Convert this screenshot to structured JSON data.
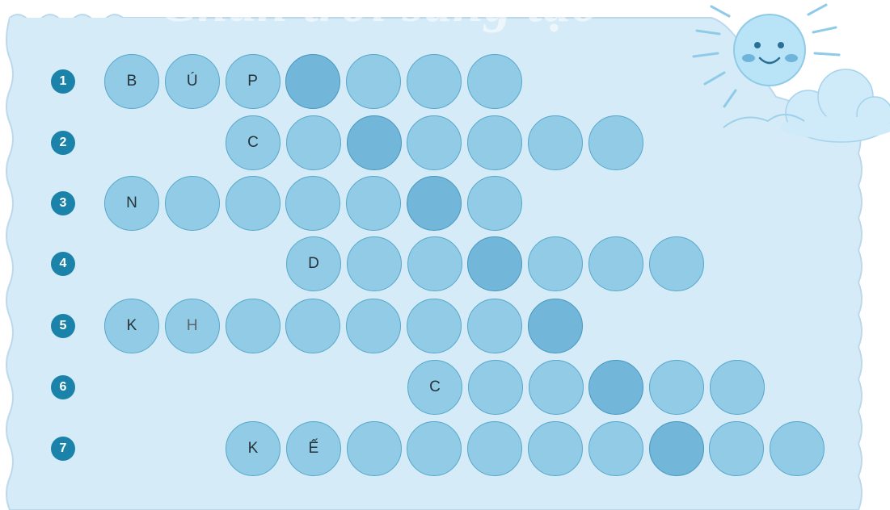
{
  "watermark": "Chân trời sáng tạo",
  "colors": {
    "panel_bg": "#d5ebf8",
    "panel_edge": "#bcd9ec",
    "cell_fill": "#92cbe6",
    "cell_fill_highlight": "#72b6d9",
    "cell_border": "#56a8cc",
    "number_badge": "#1b83a9",
    "sun": "#b9e3f7",
    "cloud": "#cfeaf8"
  },
  "decoration": [
    "sun-icon",
    "cloud-icon"
  ],
  "rows": [
    {
      "number": "1",
      "cells": [
        "B",
        "Ú",
        "P",
        "",
        "",
        "",
        ""
      ],
      "highlight": 3
    },
    {
      "number": "2",
      "cells": [
        "C",
        "",
        "",
        "",
        "",
        "",
        ""
      ],
      "highlight": 2
    },
    {
      "number": "3",
      "cells": [
        "N",
        "",
        "",
        "",
        "",
        "",
        ""
      ],
      "highlight": 5
    },
    {
      "number": "4",
      "cells": [
        "D",
        "",
        "",
        "",
        "",
        "",
        ""
      ],
      "highlight": 3
    },
    {
      "number": "5",
      "cells": [
        "K",
        "H",
        "",
        "",
        "",
        "",
        "",
        ""
      ],
      "highlight": 7
    },
    {
      "number": "6",
      "cells": [
        "C",
        "",
        "",
        "",
        "",
        ""
      ],
      "highlight": 3
    },
    {
      "number": "7",
      "cells": [
        "K",
        "Ế",
        "",
        "",
        "",
        "",
        "",
        "",
        "",
        ""
      ],
      "highlight": 7
    }
  ]
}
